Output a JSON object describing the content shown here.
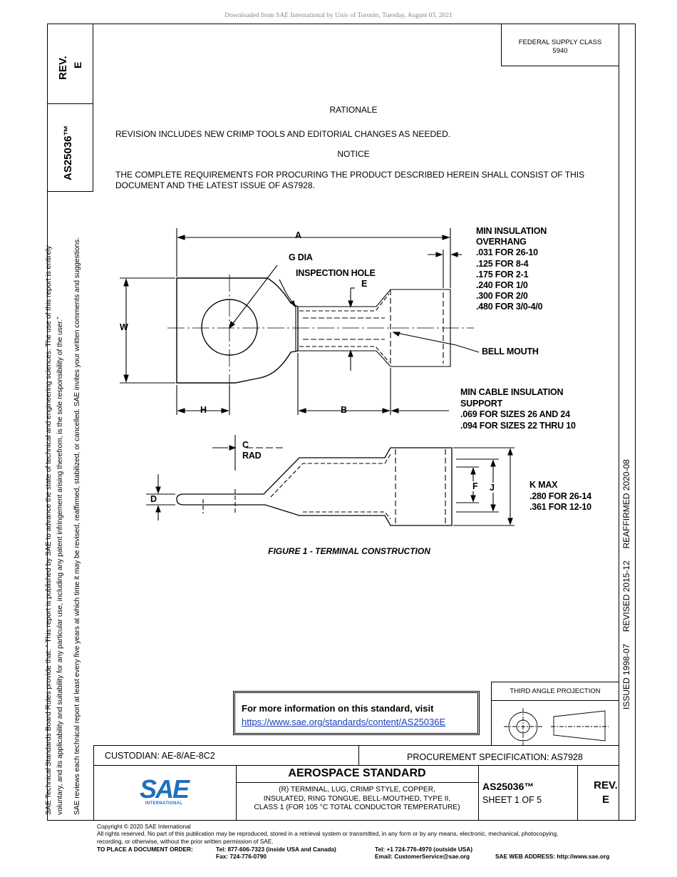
{
  "download_banner": "Downloaded from SAE International by Univ of Toronto, Tuesday, August 03, 2021",
  "federal_supply": {
    "line1": "FEDERAL SUPPLY CLASS",
    "line2": "5940"
  },
  "side": {
    "rev_label": "REV.",
    "rev_value": "E",
    "doc_number": "AS25036™",
    "notice_line1": "SAE Technical Standards Board Rules provide that: “ This report is published by SAE to advance the state of technical and engineering sciences. The use of this report is entirely",
    "notice_line2": "voluntary, and its applicability and suitability for any particular use, including any patent infringement arising therefrom, is the sole responsibility of the user.”",
    "notice_line3": "SAE reviews each technical report at least every five years at which time it may be revised, reaffirmed, stabilized, or cancelled. SAE invites your written comments and suggestions.",
    "history": "ISSUED 1998-07     REVISED 2015-12     REAFFIRMED 2020-08"
  },
  "body": {
    "rationale_heading": "RATIONALE",
    "rationale_text": "REVISION INCLUDES NEW CRIMP TOOLS AND EDITORIAL CHANGES AS NEEDED.",
    "notice_heading": "NOTICE",
    "notice_text": "THE COMPLETE REQUIREMENTS FOR PROCURING THE PRODUCT DESCRIBED HEREIN SHALL CONSIST OF THIS DOCUMENT AND THE LATEST ISSUE OF AS7928."
  },
  "drawing": {
    "label_a": "A",
    "label_g": "G DIA",
    "label_inspection": "INSPECTION HOLE",
    "label_e": "E",
    "label_w": "W",
    "label_h": "H",
    "label_b": "B",
    "label_bell": "BELL MOUTH",
    "label_c": "C",
    "label_rad": "RAD",
    "label_d": "D",
    "label_f": "F",
    "label_j": "J",
    "overhang": [
      "MIN INSULATION",
      "OVERHANG",
      ".031 FOR 26-10",
      ".125 FOR 8-4",
      ".175 FOR 2-1",
      ".240 FOR 1/0",
      ".300 FOR 2/0",
      ".480 FOR 3/0-4/0"
    ],
    "support": [
      "MIN CABLE INSULATION",
      "SUPPORT",
      ".069 FOR SIZES 26 AND 24",
      ".094 FOR SIZES 22 THRU 10"
    ],
    "kmax": [
      "K MAX",
      ".280 FOR 26-14",
      ".361 FOR 12-10"
    ],
    "caption": "FIGURE 1 - TERMINAL CONSTRUCTION"
  },
  "info_box": {
    "text": "For more information on this standard, visit",
    "link": "https://www.sae.org/standards/content/AS25036E"
  },
  "projection": {
    "label": "THIRD ANGLE PROJECTION"
  },
  "title_block": {
    "custodian": "CUSTODIAN: AE-8/AE-8C2",
    "procurement": "PROCUREMENT SPECIFICATION: AS7928",
    "heading": "AEROSPACE STANDARD",
    "desc_line1": "(R) TERMINAL, LUG, CRIMP STYLE, COPPER,",
    "desc_line2": "INSULATED, RING TONGUE, BELL-MOUTHED, TYPE II,",
    "desc_line3": "CLASS 1 (FOR 105 °C TOTAL CONDUCTOR TEMPERATURE)",
    "doc_number": "AS25036™",
    "sheet": "SHEET 1 OF 5",
    "rev_label": "REV.",
    "rev_value": "E",
    "logo_text": "SAE",
    "logo_sub": "INTERNATIONAL"
  },
  "footer": {
    "copyright": "Copyright © 2020 SAE International",
    "rights1": "All rights reserved. No part of this publication may be reproduced, stored in a retrieval system or transmitted, in any form or by any means, electronic, mechanical, photocopying,",
    "rights2": "recording, or otherwise, without the prior written permission of SAE.",
    "order_label": "TO PLACE A DOCUMENT ORDER:",
    "tel_us": "Tel: 877-606-7323 (inside USA and Canada)",
    "fax": "Fax: 724-776-0790",
    "tel_intl": "Tel: +1 724-776-4970 (outside USA)",
    "email": "Email: CustomerService@sae.org",
    "web": "SAE WEB ADDRESS: http://www.sae.org"
  }
}
